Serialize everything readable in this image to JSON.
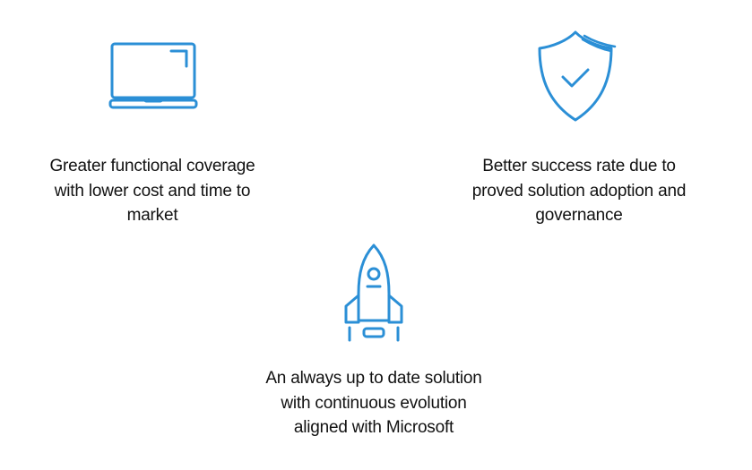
{
  "features": [
    {
      "icon": "laptop-icon",
      "lines": [
        "Greater functional coverage",
        "with lower cost and time to",
        "market"
      ]
    },
    {
      "icon": "shield-check-icon",
      "lines": [
        "Better success rate due to",
        "proved solution adoption and",
        "governance"
      ]
    },
    {
      "icon": "rocket-icon",
      "lines": [
        "An always up to date solution",
        "with continuous evolution",
        "aligned with Microsoft"
      ]
    }
  ],
  "colors": {
    "icon": "#2b8fd6",
    "text": "#111111",
    "background": "#ffffff"
  }
}
